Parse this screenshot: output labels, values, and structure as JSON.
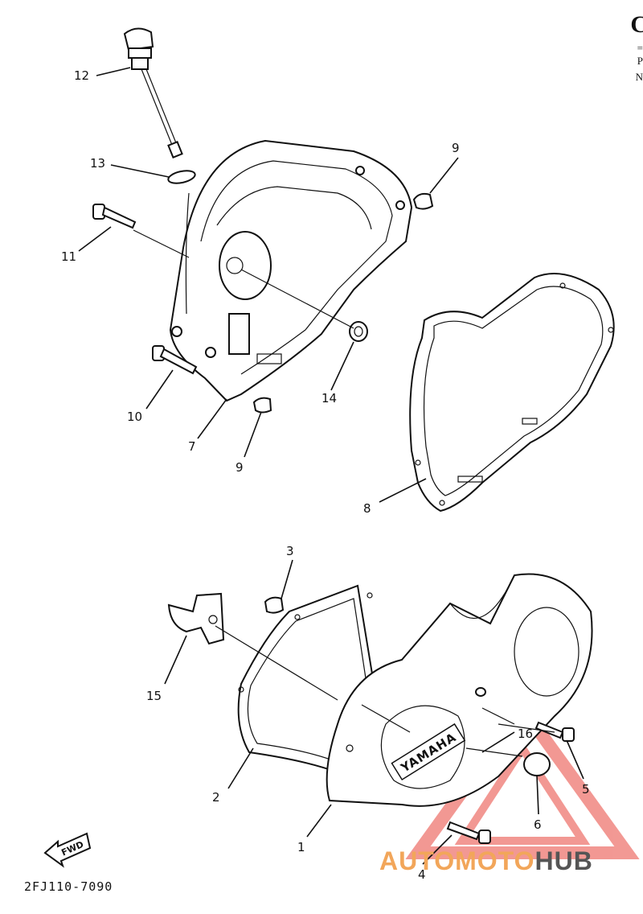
{
  "header": {
    "title_fragment": "C",
    "line_1": "=",
    "line_2": "P",
    "line_3": "N"
  },
  "callouts": [
    "12",
    "13",
    "11",
    "9",
    "14",
    "10",
    "7",
    "9",
    "8",
    "3",
    "15",
    "2",
    "16",
    "1",
    "5",
    "6",
    "4"
  ],
  "diagram_code": "2FJ110-7090",
  "fwd_label": "FWD",
  "cover_logo": "YAMAHA",
  "watermark": {
    "part1": "AUTO",
    "part2": "MOTO",
    "part3": "HUB",
    "accent_color": "#f2a65a",
    "triangle_color": "#e8453c",
    "dark_color": "#555555"
  }
}
